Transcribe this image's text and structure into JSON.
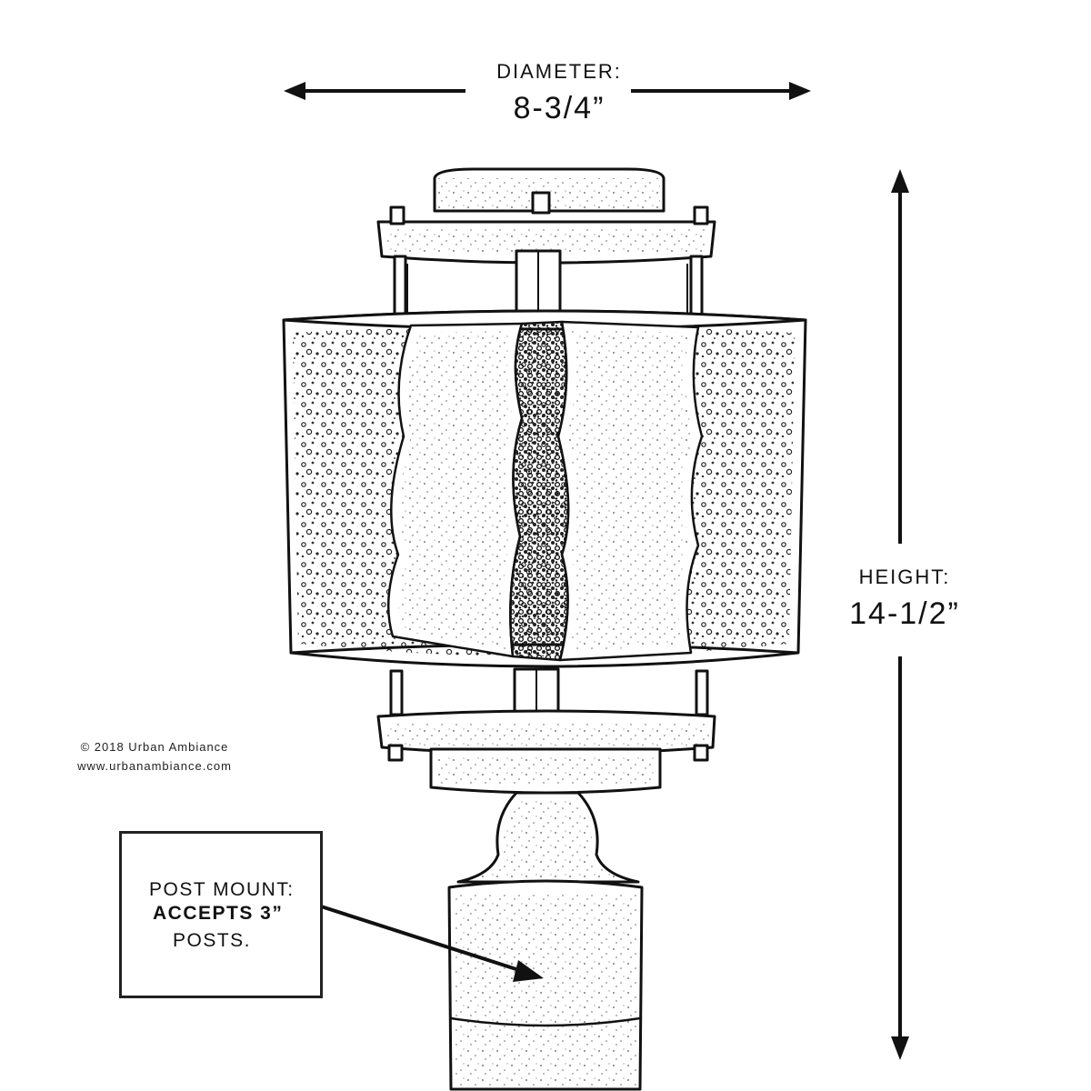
{
  "dimensions": {
    "diameter": {
      "caption": "DIAMETER:",
      "value": "8-3/4”"
    },
    "height": {
      "caption": "HEIGHT:",
      "value": "14-1/2”"
    }
  },
  "credits": {
    "copyright": "© 2018 Urban Ambiance",
    "website": "www.urbanambiance.com"
  },
  "callout": {
    "lines": [
      "POST MOUNT:",
      "ACCEPTS 3”",
      "POSTS."
    ]
  },
  "colors": {
    "ink": "#111111",
    "paper": "#ffffff"
  }
}
